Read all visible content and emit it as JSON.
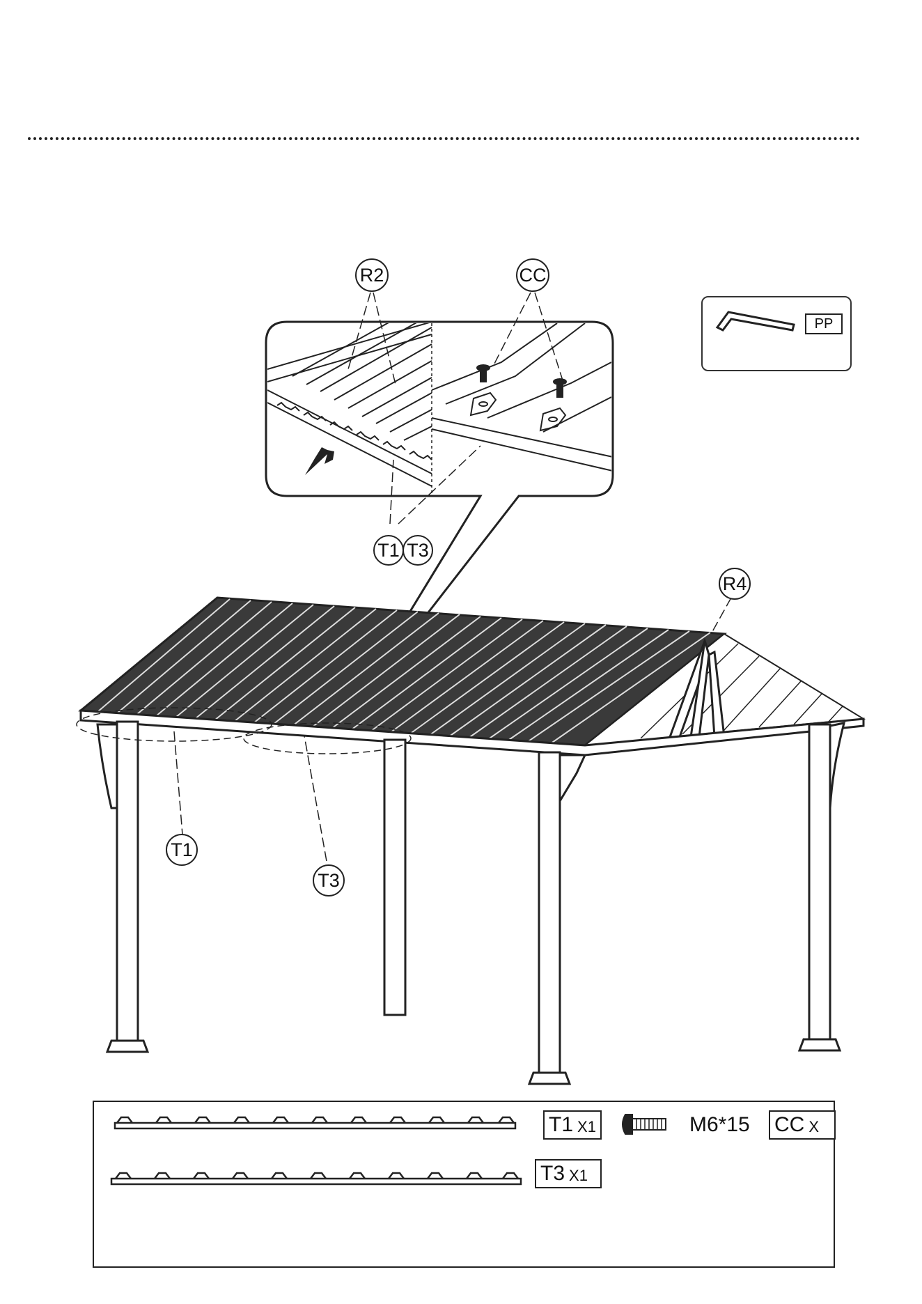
{
  "labels": {
    "r2": "R2",
    "cc": "CC",
    "t1_top": "T1",
    "t3_top": "T3",
    "r4": "R4",
    "t1_bottom": "T1",
    "t3_bottom": "T3"
  },
  "tool": {
    "code": "PP",
    "icon": "allen-key-icon"
  },
  "parts": {
    "t1": {
      "code": "T1",
      "qty": "X1"
    },
    "t3": {
      "code": "T3",
      "qty": "X1"
    },
    "bolt": {
      "spec": "M6*15",
      "code": "CC",
      "qty": "X",
      "icon": "bolt-icon"
    }
  },
  "footer": "",
  "colors": {
    "line": "#222222",
    "roof": "#333333",
    "background": "#ffffff"
  }
}
